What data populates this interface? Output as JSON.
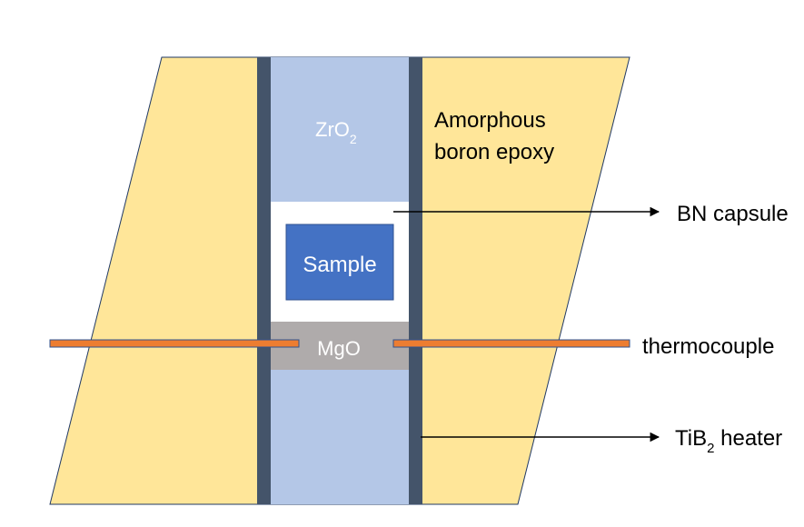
{
  "labels": {
    "zro2": {
      "base": "ZrO",
      "sub": "2"
    },
    "sample": "Sample",
    "mgo": "MgO",
    "epoxy_line1": "Amorphous",
    "epoxy_line2": "boron epoxy",
    "bn_capsule": "BN capsule",
    "thermocouple": "thermocouple",
    "heater": {
      "pre": "TiB",
      "sub": "2",
      "post": " heater"
    }
  },
  "colors": {
    "epoxy": "#FFE699",
    "heater": "#44546A",
    "zro2": "#B4C7E7",
    "capsule": "#FFFFFF",
    "sample": "#4472C4",
    "mgo": "#AFABAB",
    "thermocouple_fill": "#ED7D31",
    "outline": "#1F3864"
  }
}
